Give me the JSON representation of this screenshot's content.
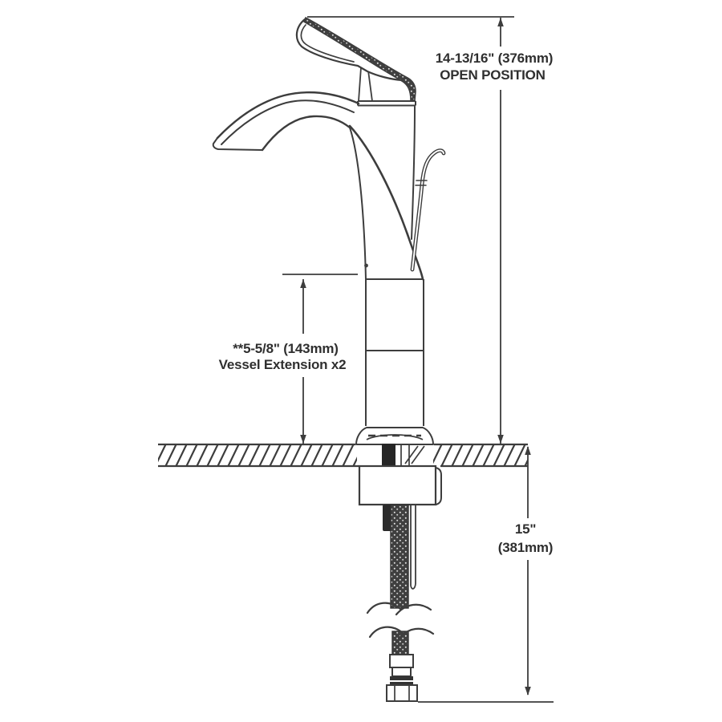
{
  "diagram": {
    "kind": "faucet-installation-dimension-drawing",
    "background_color": "#ffffff",
    "line_color": "#3d3d3d",
    "text_color": "#2f2f2f"
  },
  "labels": {
    "open_position": {
      "value": "14-13/16\" (376mm)",
      "caption": "OPEN POSITION"
    },
    "vessel_extension": {
      "value": "**5-5/8\" (143mm)",
      "caption": "Vessel Extension x2"
    },
    "supply_length": {
      "value": "15\"",
      "caption": "(381mm)"
    }
  }
}
